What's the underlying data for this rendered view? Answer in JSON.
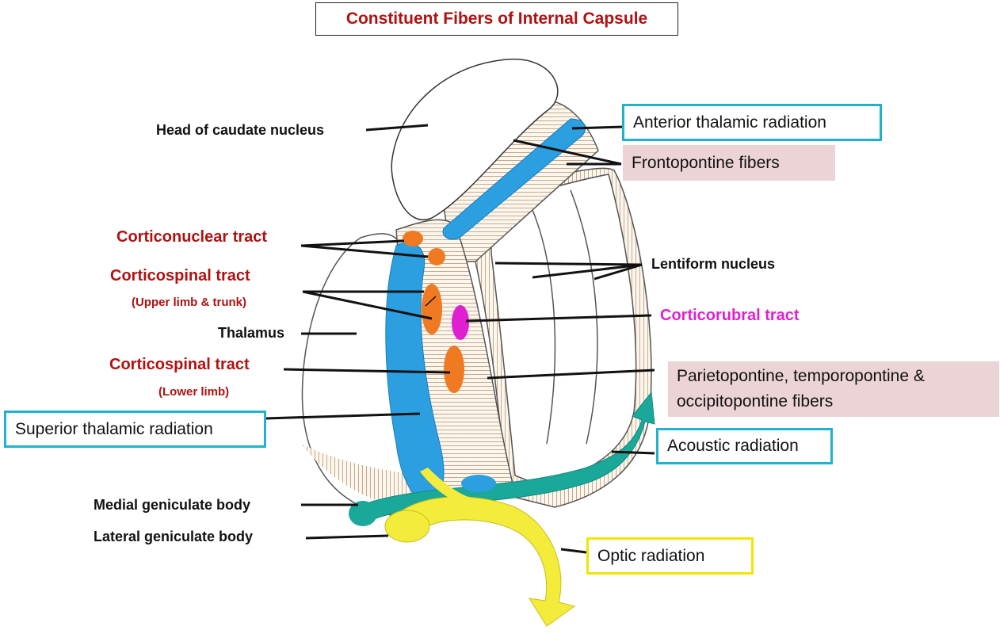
{
  "title": "Constituent Fibers of Internal  Capsule",
  "labels": {
    "head_caudate": "Head of caudate nucleus",
    "anterior_thalamic": "Anterior thalamic radiation",
    "frontopontine": "Frontopontine fibers",
    "corticonuclear": "Corticonuclear tract",
    "lentiform": "Lentiform nucleus",
    "corticospinal_upper": "Corticospinal tract",
    "corticospinal_upper_sub": "(Upper limb & trunk)",
    "corticorubral": "Corticorubral tract",
    "thalamus": "Thalamus",
    "corticospinal_lower": "Corticospinal tract",
    "corticospinal_lower_sub": "(Lower  limb)",
    "parietopontine_line1": "Parietopontine, temporopontine &",
    "parietopontine_line2": "occipitopontine fibers",
    "superior_thalamic": "Superior thalamic radiation",
    "acoustic": "Acoustic radiation",
    "medial_geniculate": "Medial geniculate body",
    "lateral_geniculate": "Lateral geniculate body",
    "optic": "Optic radiation"
  },
  "colors": {
    "title_red": "#b01212",
    "label_red": "#b01212",
    "magenta": "#e020d0",
    "blue_fibers": "#2b9fe0",
    "orange_tracts": "#f07a22",
    "teal": "#1aa89a",
    "yellow": "#f4ec3a",
    "cyan_box": "#22b3cc",
    "pink_box": "#ecd4d6",
    "yellow_box": "#f2e600"
  }
}
